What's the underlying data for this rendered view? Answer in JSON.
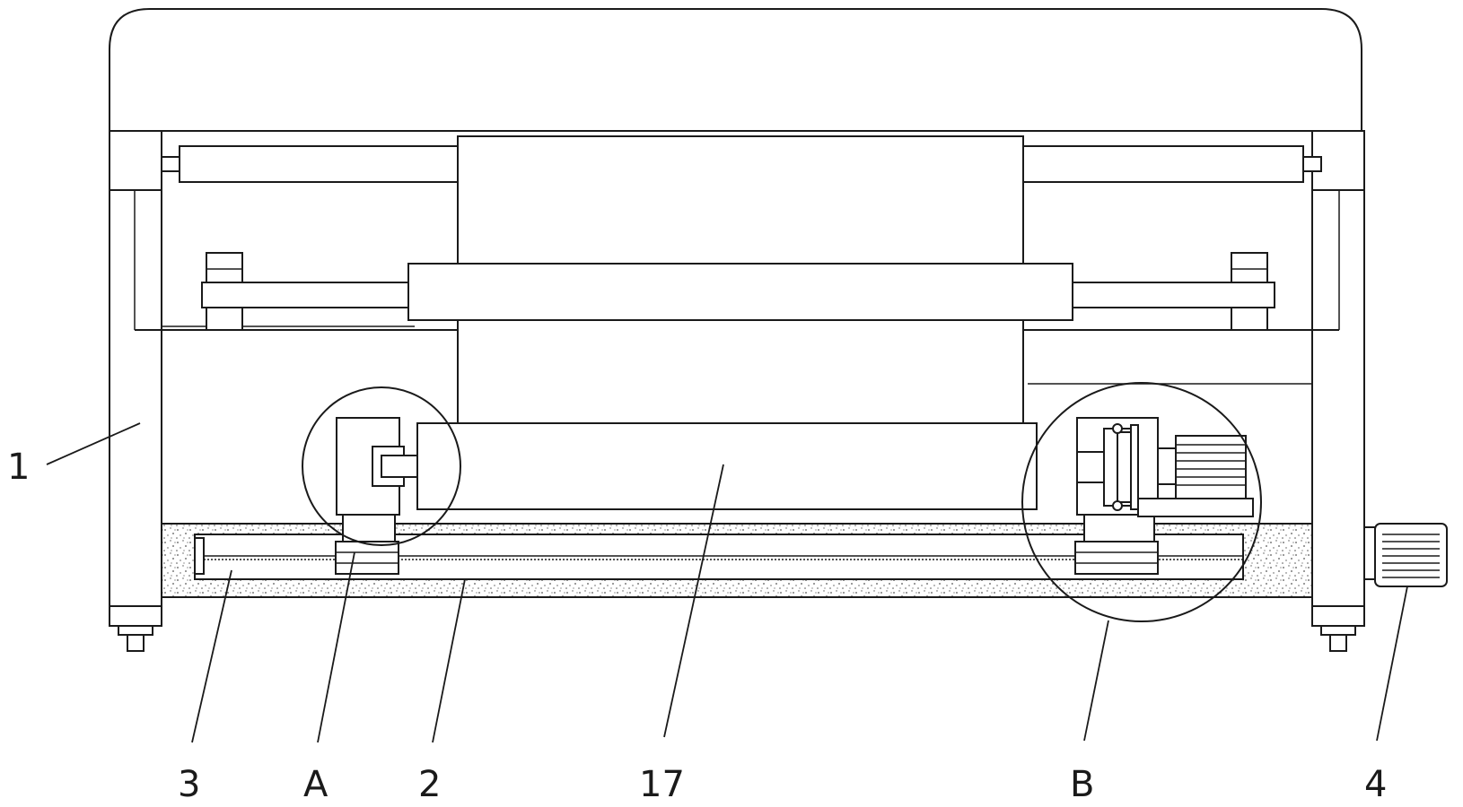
{
  "callouts": {
    "frame": "1",
    "rail": "3",
    "detail_a": "A",
    "base_plate": "2",
    "roller": "17",
    "detail_b": "B",
    "motor": "4"
  },
  "colors": {
    "line": "#1a1a1a",
    "background": "#ffffff",
    "speckle": "#555555"
  }
}
